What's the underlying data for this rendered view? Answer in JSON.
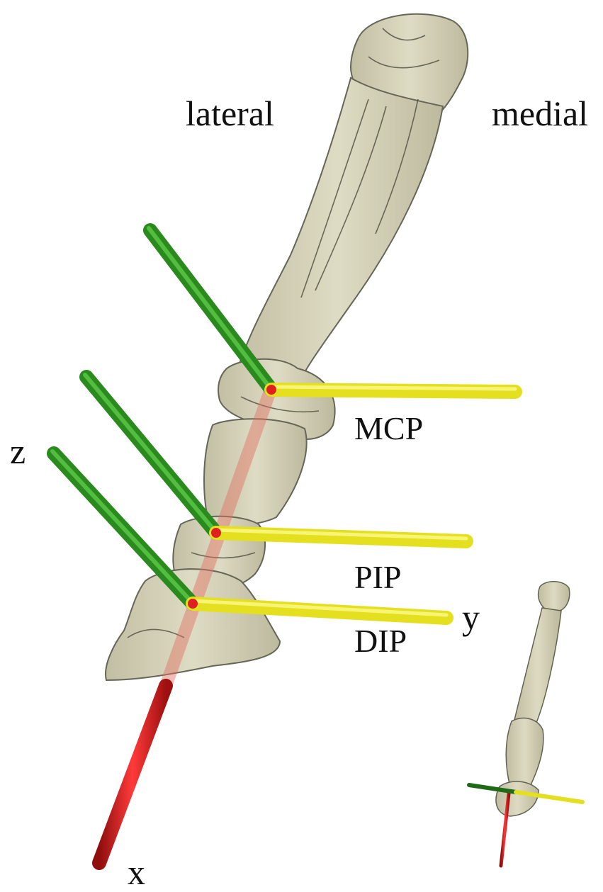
{
  "labels": {
    "lateral": "lateral",
    "medial": "medial",
    "z_axis": "z",
    "y_axis": "y",
    "x_axis": "x",
    "joint_mcp": "MCP",
    "joint_pip": "PIP",
    "joint_dip": "DIP"
  },
  "colors": {
    "bone_fill": "#d6d3b6",
    "bone_stroke": "#5a5a4a",
    "axis_x": "#d81b1b",
    "axis_y": "#f2ee2a",
    "axis_z": "#2a8a1e"
  },
  "joints": [
    "MCP",
    "PIP",
    "DIP"
  ]
}
